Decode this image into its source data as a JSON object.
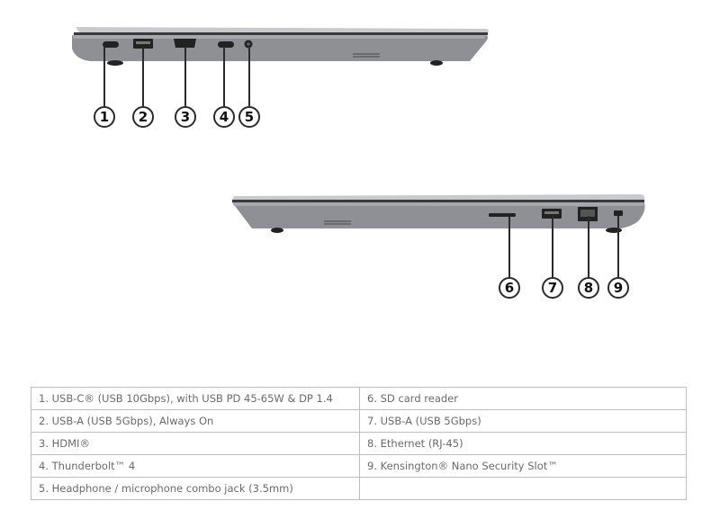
{
  "callouts_left": [
    "1",
    "2",
    "3",
    "4",
    "5"
  ],
  "callouts_right": [
    "6",
    "7",
    "8",
    "9"
  ],
  "ports": {
    "left": [
      "1.  USB-C® (USB 10Gbps), with USB PD 45-65W & DP 1.4",
      "2.  USB-A (USB 5Gbps), Always On",
      "3.  HDMI®",
      "4.  Thunderbolt™ 4",
      "5.  Headphone / microphone combo jack (3.5mm)"
    ],
    "right": [
      "6.  SD card reader",
      "7.  USB-A (USB 5Gbps)",
      "8.  Ethernet (RJ-45)",
      "9.  Kensington® Nano Security Slot™",
      ""
    ]
  }
}
